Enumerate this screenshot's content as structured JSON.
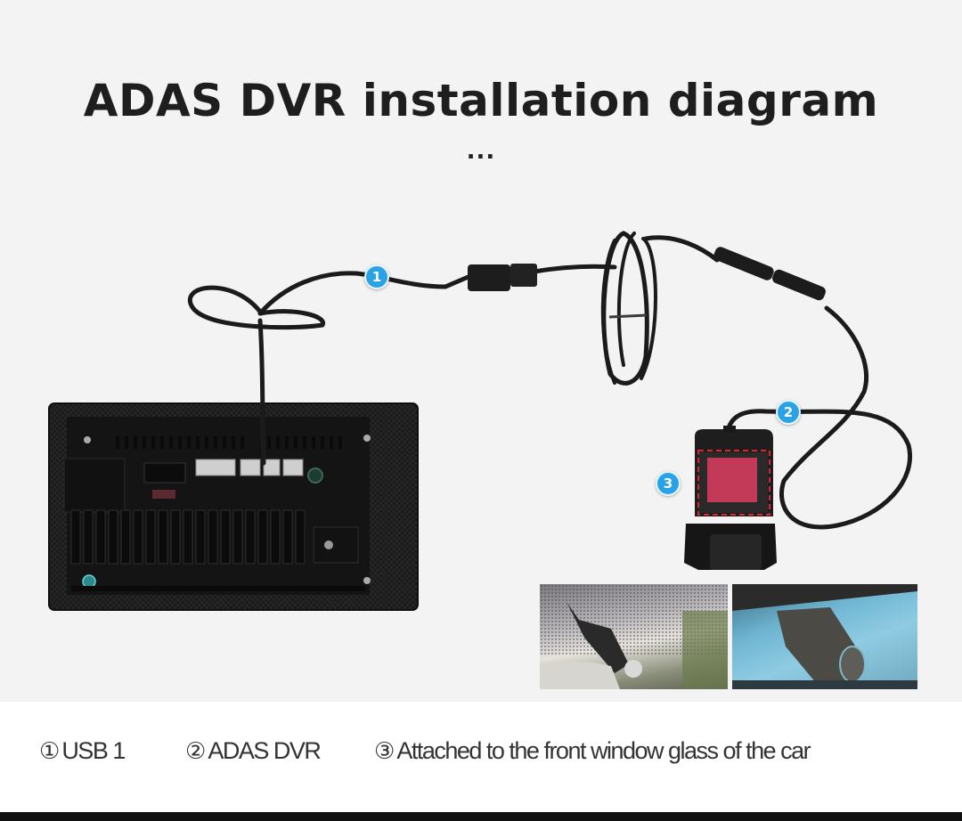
{
  "header": {
    "title": "ADAS DVR installation diagram",
    "ellipsis": "..."
  },
  "callouts": [
    {
      "number": "1",
      "target": "usb-cable-connector"
    },
    {
      "number": "2",
      "target": "adas-dvr-cable"
    },
    {
      "number": "3",
      "target": "adhesive-mount-pad"
    }
  ],
  "colors": {
    "badge": "#2aa3e6",
    "mount_pad": "#c23a57",
    "dashed_outline": "#e0242f",
    "background": "#f3f3f3",
    "caption_band": "#ffffff",
    "title_text": "#1e1e1e"
  },
  "legend": [
    {
      "symbol": "①",
      "label": "USB 1"
    },
    {
      "symbol": "②",
      "label": "ADAS DVR"
    },
    {
      "symbol": "③",
      "label": "Attached to the front window glass of the car"
    }
  ],
  "photos": [
    {
      "name": "dvr-mounted-windshield-photo-1"
    },
    {
      "name": "dvr-mounted-windshield-photo-2"
    }
  ]
}
